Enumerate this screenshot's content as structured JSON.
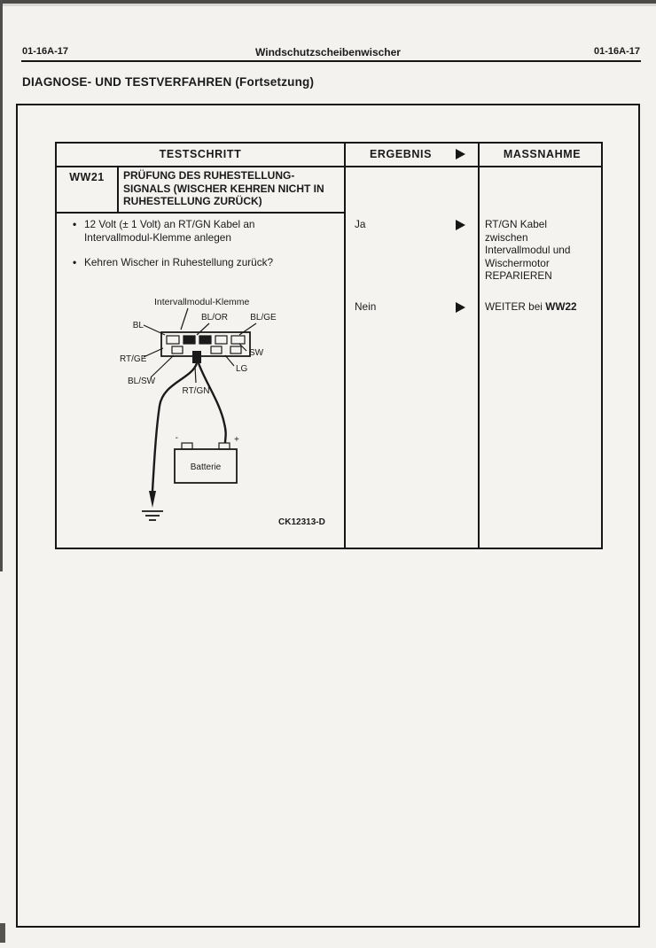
{
  "header": {
    "page_left": "01-16A-17",
    "title_center": "Windschutzscheibenwischer",
    "page_right": "01-16A-17"
  },
  "section_title": "DIAGNOSE- UND TESTVERFAHREN (Fortsetzung)",
  "table": {
    "col_testschritt": "TESTSCHRITT",
    "col_ergebnis": "ERGEBNIS",
    "col_massnahme": "MASSNAHME",
    "step_id": "WW21",
    "step_title": "PRÜFUNG DES RUHESTELLUNG-\nSIGNALS (WISCHER KEHREN NICHT IN\nRUHESTELLUNG ZURÜCK)",
    "bullets": [
      "12 Volt (± 1 Volt) an RT/GN Kabel an\nIntervallmodul-Klemme anlegen",
      "Kehren Wischer in Ruhestellung zurück?"
    ],
    "result_ja": "Ja",
    "result_nein": "Nein",
    "action_ja": "RT/GN Kabel\nzwischen\nIntervallmodul und\nWischermotor\nREPARIEREN",
    "action_nein_prefix": "WEITER bei ",
    "action_nein_step": "WW22"
  },
  "diagram": {
    "title": "Intervallmodul-Klemme",
    "wire_labels": {
      "bl": "BL",
      "bl_or": "BL/OR",
      "bl_ge": "BL/GE",
      "rt_ge": "RT/GE",
      "sw": "SW",
      "bl_sw": "BL/SW",
      "lg": "LG",
      "rt_gn": "RT/GN"
    },
    "battery": {
      "label": "Batterie",
      "plus": "+",
      "minus": "-"
    },
    "figure_code": "CK12313-D"
  }
}
